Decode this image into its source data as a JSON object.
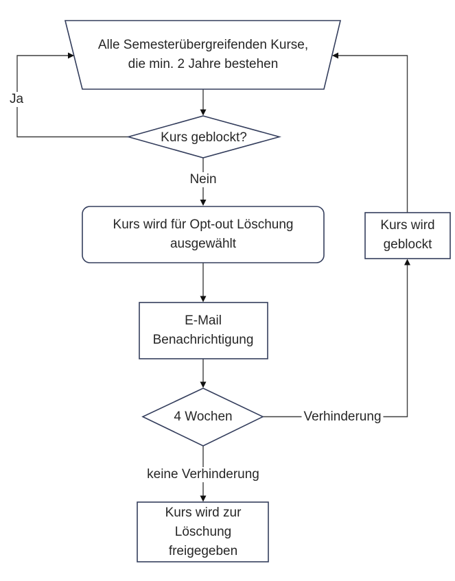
{
  "flowchart": {
    "nodes": {
      "source": {
        "shape": "trapezoid",
        "label": "Alle Semesterübergreifenden Kurse,\ndie min. 2 Jahre bestehen"
      },
      "blocked_check": {
        "shape": "diamond",
        "label": "Kurs geblockt?"
      },
      "optout": {
        "shape": "rounded-rect",
        "label": "Kurs wird für Opt-out Löschung\nausgewählt"
      },
      "email": {
        "shape": "rect",
        "label": "E-Mail\nBenachrichtigung"
      },
      "four_weeks": {
        "shape": "diamond",
        "label": "4 Wochen"
      },
      "blocked": {
        "shape": "rect",
        "label": "Kurs wird\ngeblockt"
      },
      "released": {
        "shape": "rect",
        "label": "Kurs wird zur\nLöschung\nfreigegeben"
      }
    },
    "edge_labels": {
      "yes": "Ja",
      "no": "Nein",
      "prevention": "Verhinderung",
      "no_prevention": "keine Verhinderung"
    },
    "colors": {
      "shape_border": "#333d5c",
      "connector": "#3f3f3f",
      "arrowhead": "#111111",
      "text": "#262626",
      "background": "#ffffff"
    }
  }
}
